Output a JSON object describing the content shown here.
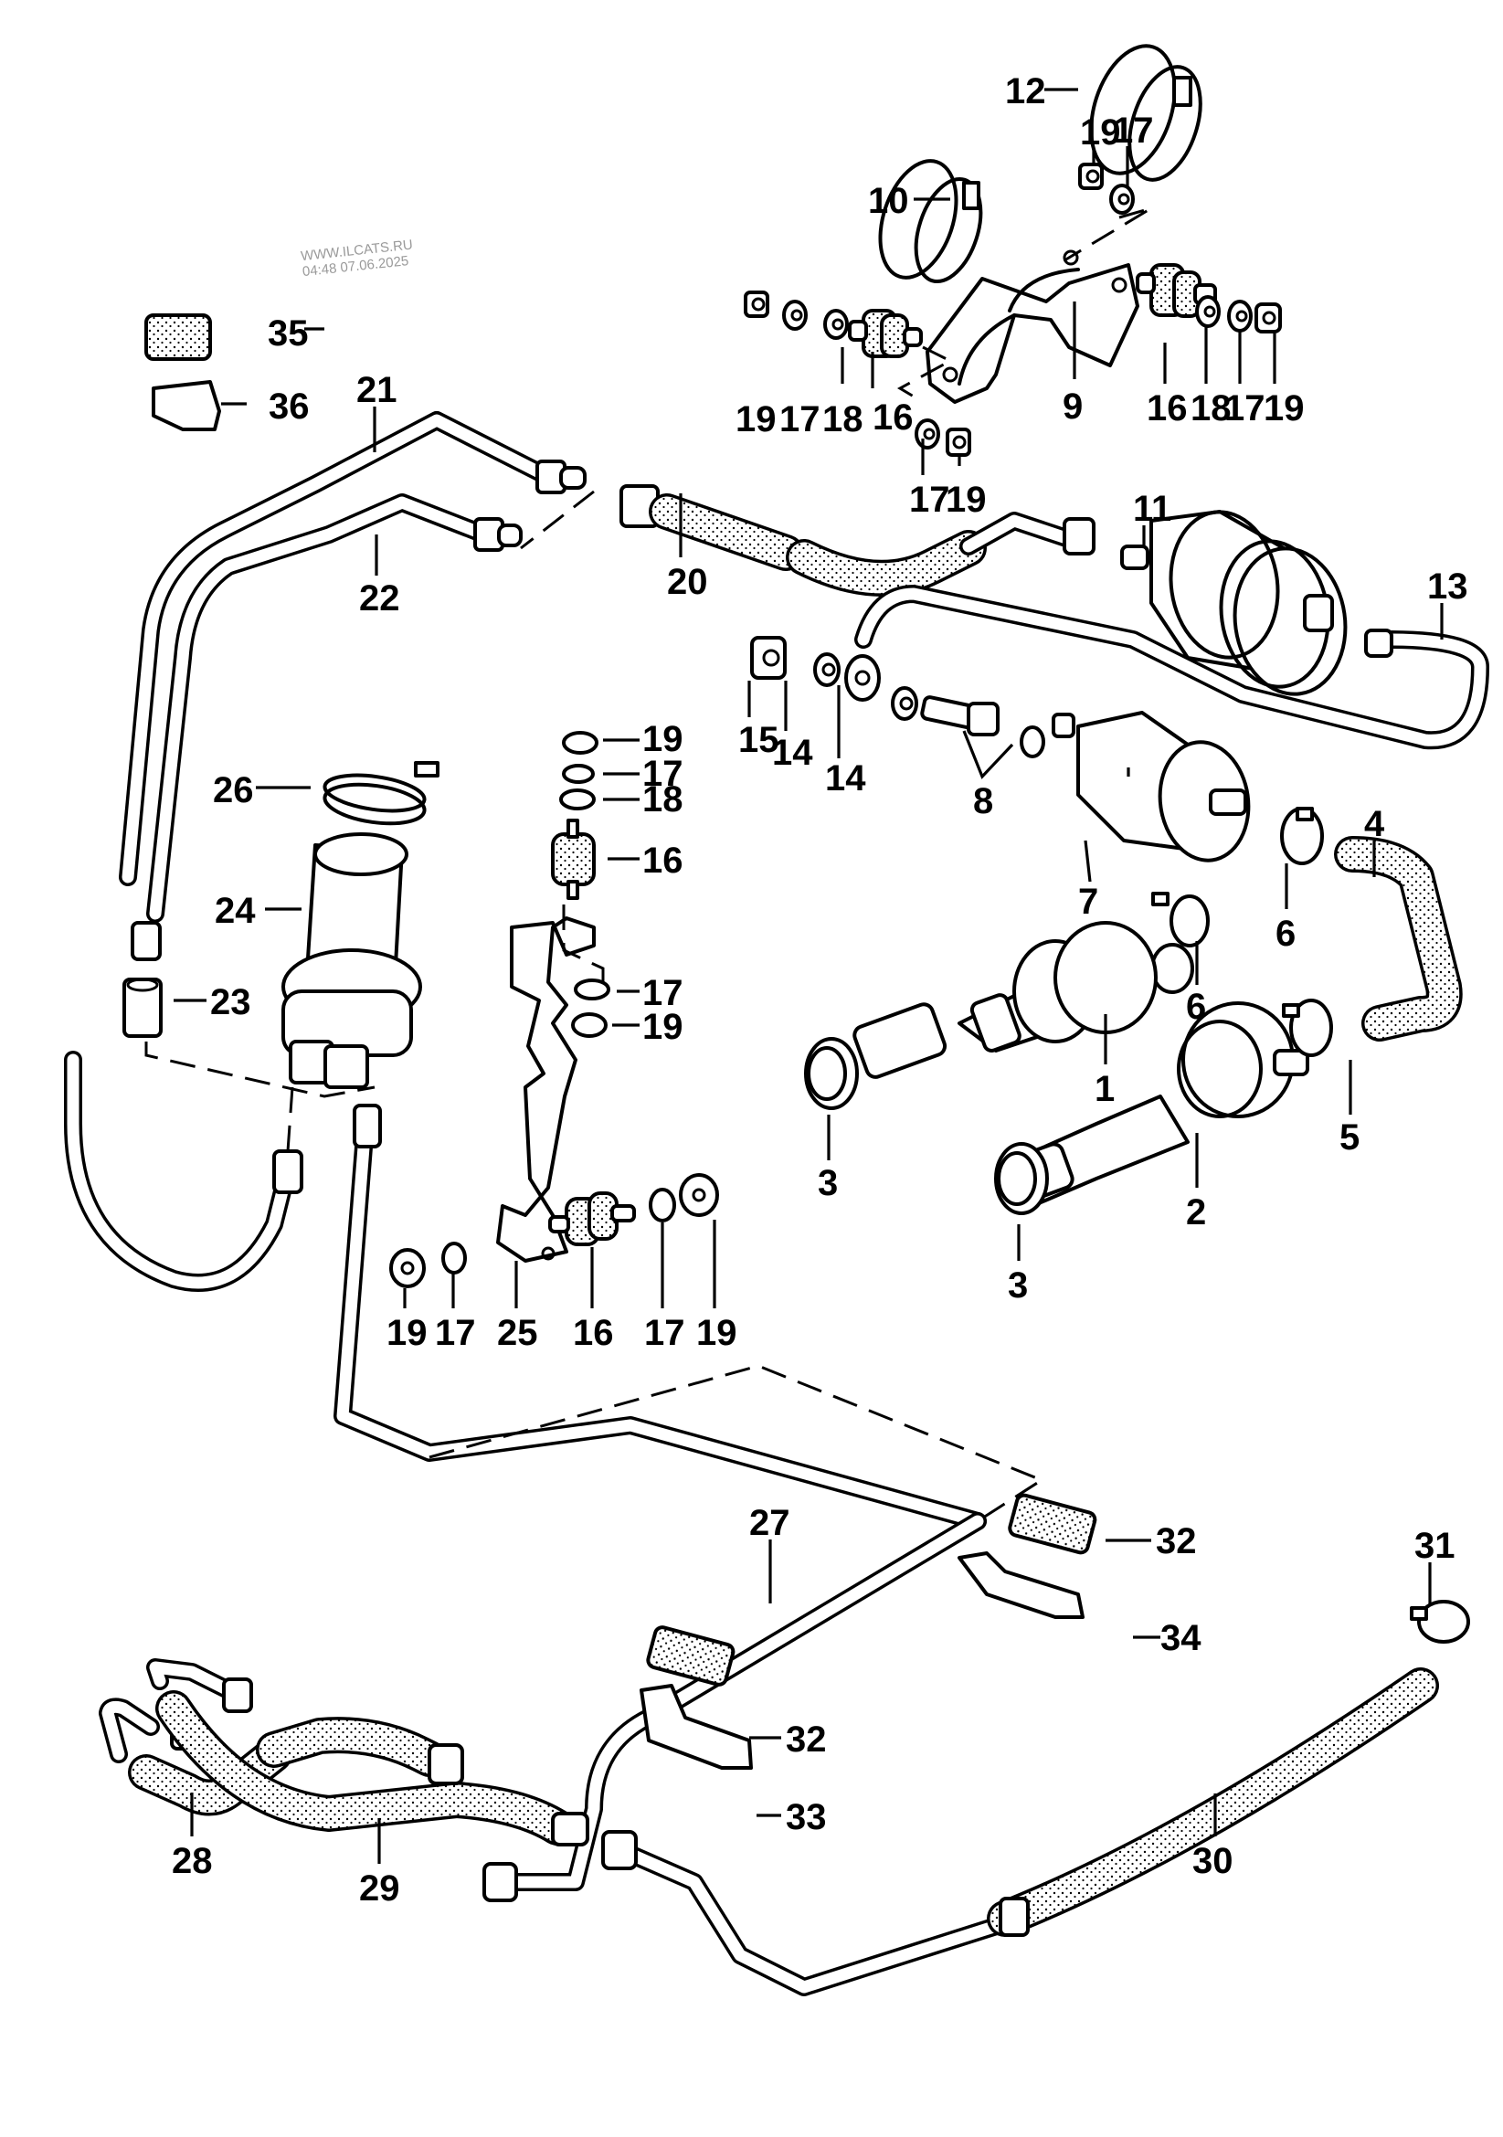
{
  "watermark": {
    "site": "WWW.ILCATS.RU",
    "timestamp": "04:48 07.06.2025"
  },
  "callouts": {
    "c1": "1",
    "c2": "2",
    "c3a": "3",
    "c3b": "3",
    "c4": "4",
    "c5": "5",
    "c6a": "6",
    "c6b": "6",
    "c7": "7",
    "c8": "8",
    "c9": "9",
    "c10": "10",
    "c11": "11",
    "c12": "12",
    "c13": "13",
    "c14a": "14",
    "c14b": "14",
    "c15": "15",
    "c16a": "16",
    "c16b": "16",
    "c16c": "16",
    "c16d": "16",
    "c17a": "17",
    "c17b": "17",
    "c17c": "17",
    "c17d": "17",
    "c17e": "17",
    "c17f": "17",
    "c17g": "17",
    "c18a": "18",
    "c18b": "18",
    "c18c": "18",
    "c19a": "19",
    "c19b": "19",
    "c19c": "19",
    "c19d": "19",
    "c19e": "19",
    "c19f": "19",
    "c19g": "19",
    "c20": "20",
    "c21": "21",
    "c22": "22",
    "c23": "23",
    "c24": "24",
    "c25": "25",
    "c26": "26",
    "c27": "27",
    "c28": "28",
    "c29": "29",
    "c30": "30",
    "c31": "31",
    "c32a": "32",
    "c32b": "32",
    "c33": "33",
    "c34": "34",
    "c35": "35",
    "c36": "36"
  }
}
